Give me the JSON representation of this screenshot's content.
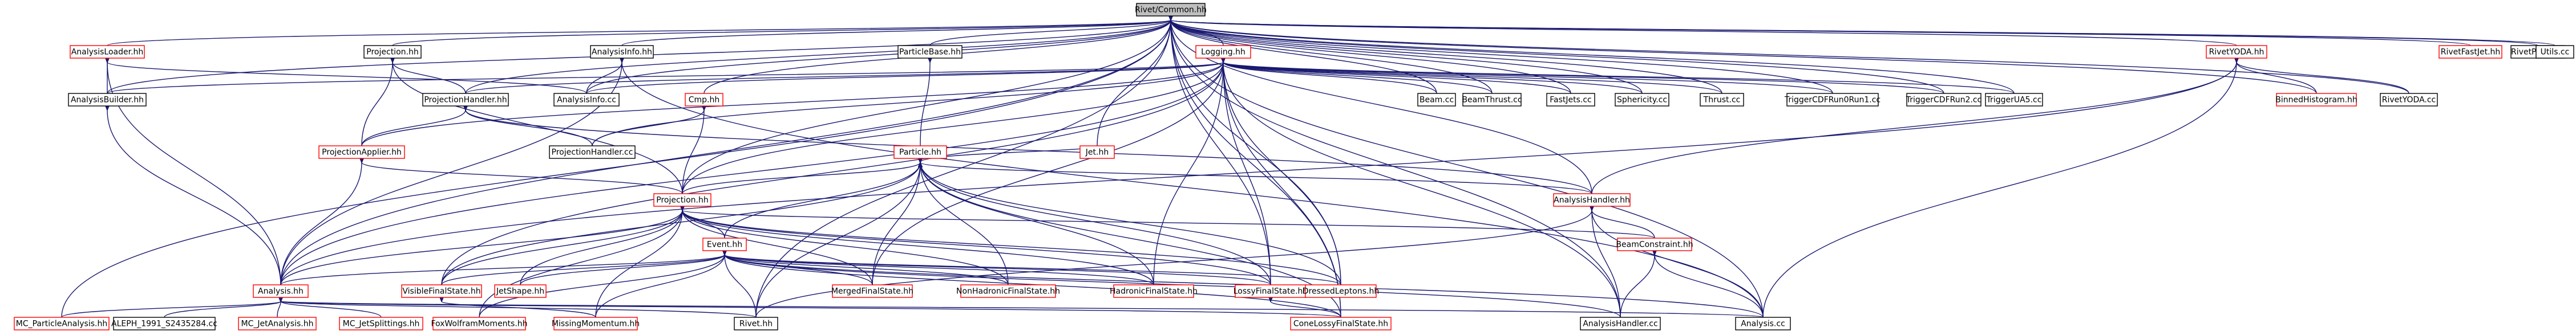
{
  "diagram": {
    "colors": {
      "edge": "#191970",
      "node_border_default": "#000000",
      "node_border_highlight": "#ff0000",
      "node_fill": "#ffffff",
      "root_fill": "#bfbfbf",
      "text": "#000000"
    },
    "nodes": [
      {
        "id": "rivetcommon",
        "label": "Rivet/Common.hh",
        "style": "root"
      },
      {
        "id": "analysisloader",
        "label": "AnalysisLoader.hh",
        "style": "red"
      },
      {
        "id": "projection",
        "label": "Projection.hh",
        "style": "black"
      },
      {
        "id": "analysisinfo",
        "label": "AnalysisInfo.hh",
        "style": "black"
      },
      {
        "id": "particlebase",
        "label": "ParticleBase.hh",
        "style": "black"
      },
      {
        "id": "logging",
        "label": "Logging.hh",
        "style": "red"
      },
      {
        "id": "rivetyoda",
        "label": "RivetYODA.hh",
        "style": "red"
      },
      {
        "id": "rivetfastjet",
        "label": "RivetFastJet.hh",
        "style": "red"
      },
      {
        "id": "rivetpaths",
        "label": "RivetPaths.cc",
        "style": "black"
      },
      {
        "id": "utils",
        "label": "Utils.cc",
        "style": "black"
      },
      {
        "id": "analysisbuilder",
        "label": "AnalysisBuilder.hh",
        "style": "black"
      },
      {
        "id": "projectionhandler",
        "label": "ProjectionHandler.hh",
        "style": "black"
      },
      {
        "id": "analysisinfocc",
        "label": "AnalysisInfo.cc",
        "style": "black"
      },
      {
        "id": "cmp",
        "label": "Cmp.hh",
        "style": "red"
      },
      {
        "id": "beam",
        "label": "Beam.cc",
        "style": "black"
      },
      {
        "id": "beamthrust",
        "label": "BeamThrust.cc",
        "style": "black"
      },
      {
        "id": "fastjets",
        "label": "FastJets.cc",
        "style": "black"
      },
      {
        "id": "sphericity",
        "label": "Sphericity.cc",
        "style": "black"
      },
      {
        "id": "thrust",
        "label": "Thrust.cc",
        "style": "black"
      },
      {
        "id": "triggercdfrun0run1",
        "label": "TriggerCDFRun0Run1.cc",
        "style": "black"
      },
      {
        "id": "triggercdfrun2",
        "label": "TriggerCDFRun2.cc",
        "style": "black"
      },
      {
        "id": "triggerua5",
        "label": "TriggerUA5.cc",
        "style": "black"
      },
      {
        "id": "binnedhistogram",
        "label": "BinnedHistogram.hh",
        "style": "red"
      },
      {
        "id": "rivetyodacc",
        "label": "RivetYODA.cc",
        "style": "black"
      },
      {
        "id": "projectionapplier",
        "label": "ProjectionApplier.hh",
        "style": "red"
      },
      {
        "id": "projectionhandlercc",
        "label": "ProjectionHandler.cc",
        "style": "black"
      },
      {
        "id": "particle",
        "label": "Particle.hh",
        "style": "red"
      },
      {
        "id": "jet",
        "label": "Jet.hh",
        "style": "red"
      },
      {
        "id": "analysishandler",
        "label": "AnalysisHandler.hh",
        "style": "red"
      },
      {
        "id": "projectionhh",
        "label": "Projection.hh",
        "style": "red"
      },
      {
        "id": "beamconstraint",
        "label": "BeamConstraint.hh",
        "style": "red"
      },
      {
        "id": "event",
        "label": "Event.hh",
        "style": "red"
      },
      {
        "id": "analysis",
        "label": "Analysis.hh",
        "style": "red"
      },
      {
        "id": "visiblefinalstate",
        "label": "VisibleFinalState.hh",
        "style": "red"
      },
      {
        "id": "jetshape",
        "label": "JetShape.hh",
        "style": "red"
      },
      {
        "id": "mergedfinalstate",
        "label": "MergedFinalState.hh",
        "style": "red"
      },
      {
        "id": "nonhadronicfinalstate",
        "label": "NonHadronicFinalState.hh",
        "style": "red"
      },
      {
        "id": "hadronicfinalstate",
        "label": "HadronicFinalState.hh",
        "style": "red"
      },
      {
        "id": "lossyfinalstate",
        "label": "LossyFinalState.hh",
        "style": "red"
      },
      {
        "id": "dressedleptons",
        "label": "DressedLeptons.hh",
        "style": "red"
      },
      {
        "id": "mcparticleanalysis",
        "label": "MC_ParticleAnalysis.hh",
        "style": "red"
      },
      {
        "id": "aleph",
        "label": "ALEPH_1991_S2435284.cc",
        "style": "black"
      },
      {
        "id": "mcjetanalysis",
        "label": "MC_JetAnalysis.hh",
        "style": "red"
      },
      {
        "id": "mcjetsplittings",
        "label": "MC_JetSplittings.hh",
        "style": "red"
      },
      {
        "id": "foxwolfram",
        "label": "FoxWolframMoments.hh",
        "style": "red"
      },
      {
        "id": "missingmomentum",
        "label": "MissingMomentum.hh",
        "style": "red"
      },
      {
        "id": "rivet",
        "label": "Rivet.hh",
        "style": "black"
      },
      {
        "id": "coneslossy",
        "label": "ConeLossyFinalState.hh",
        "style": "red"
      },
      {
        "id": "analysishandlercc",
        "label": "AnalysisHandler.cc",
        "style": "black"
      },
      {
        "id": "analysiscc",
        "label": "Analysis.cc",
        "style": "black"
      }
    ],
    "edges": [
      [
        "rivetcommon",
        "analysisloader"
      ],
      [
        "rivetcommon",
        "projection"
      ],
      [
        "rivetcommon",
        "analysisinfo"
      ],
      [
        "rivetcommon",
        "particlebase"
      ],
      [
        "rivetcommon",
        "logging"
      ],
      [
        "rivetcommon",
        "rivetyoda"
      ],
      [
        "rivetcommon",
        "rivetfastjet"
      ],
      [
        "rivetcommon",
        "rivetpaths"
      ],
      [
        "rivetcommon",
        "utils"
      ],
      [
        "rivetcommon",
        "analysisbuilder"
      ],
      [
        "rivetcommon",
        "cmp"
      ],
      [
        "rivetcommon",
        "analysisinfocc"
      ],
      [
        "rivetcommon",
        "projectionhandler"
      ],
      [
        "rivetcommon",
        "jet"
      ],
      [
        "rivetcommon",
        "analysishandler"
      ],
      [
        "rivetcommon",
        "projectionhh"
      ],
      [
        "rivetcommon",
        "analysis"
      ],
      [
        "rivetcommon",
        "mcparticleanalysis"
      ],
      [
        "rivetcommon",
        "rivet"
      ],
      [
        "rivetcommon",
        "lossyfinalstate"
      ],
      [
        "rivetcommon",
        "dressedleptons"
      ],
      [
        "rivetcommon",
        "coneslossy"
      ],
      [
        "rivetcommon",
        "analysishandlercc"
      ],
      [
        "rivetcommon",
        "analysiscc"
      ],
      [
        "rivetcommon",
        "beam"
      ],
      [
        "rivetcommon",
        "beamthrust"
      ],
      [
        "rivetcommon",
        "fastjets"
      ],
      [
        "rivetcommon",
        "sphericity"
      ],
      [
        "rivetcommon",
        "thrust"
      ],
      [
        "rivetcommon",
        "triggercdfrun0run1"
      ],
      [
        "rivetcommon",
        "triggercdfrun2"
      ],
      [
        "rivetcommon",
        "triggerua5"
      ],
      [
        "rivetcommon",
        "binnedhistogram"
      ],
      [
        "rivetcommon",
        "rivetyodacc"
      ],
      [
        "analysisloader",
        "analysisbuilder"
      ],
      [
        "analysisloader",
        "analysis"
      ],
      [
        "analysisloader",
        "analysisinfocc"
      ],
      [
        "projection",
        "projectionhandler"
      ],
      [
        "projection",
        "projectionapplier"
      ],
      [
        "projection",
        "projectionhh"
      ],
      [
        "analysisinfo",
        "analysisinfocc"
      ],
      [
        "analysisinfo",
        "analysis"
      ],
      [
        "analysisinfo",
        "analysiscc"
      ],
      [
        "particlebase",
        "particle"
      ],
      [
        "logging",
        "analysisbuilder"
      ],
      [
        "logging",
        "projectionhandler"
      ],
      [
        "logging",
        "analysisinfocc"
      ],
      [
        "logging",
        "beam"
      ],
      [
        "logging",
        "beamthrust"
      ],
      [
        "logging",
        "fastjets"
      ],
      [
        "logging",
        "sphericity"
      ],
      [
        "logging",
        "thrust"
      ],
      [
        "logging",
        "triggercdfrun0run1"
      ],
      [
        "logging",
        "triggercdfrun2"
      ],
      [
        "logging",
        "triggerua5"
      ],
      [
        "logging",
        "projectionapplier"
      ],
      [
        "logging",
        "projectionhandlercc"
      ],
      [
        "logging",
        "projectionhh"
      ],
      [
        "logging",
        "analysis"
      ],
      [
        "logging",
        "mergedfinalstate"
      ],
      [
        "logging",
        "hadronicfinalstate"
      ],
      [
        "logging",
        "lossyfinalstate"
      ],
      [
        "logging",
        "dressedleptons"
      ],
      [
        "logging",
        "coneslossy"
      ],
      [
        "logging",
        "analysishandlercc"
      ],
      [
        "logging",
        "visiblefinalstate"
      ],
      [
        "rivetyoda",
        "binnedhistogram"
      ],
      [
        "rivetyoda",
        "rivetyodacc"
      ],
      [
        "rivetyoda",
        "analysishandler"
      ],
      [
        "rivetyoda",
        "analysiscc"
      ],
      [
        "rivetyoda",
        "analysis"
      ],
      [
        "analysisbuilder",
        "analysis"
      ],
      [
        "projectionhandler",
        "projectionapplier"
      ],
      [
        "projectionhandler",
        "projectionhandlercc"
      ],
      [
        "projectionhandler",
        "analysishandler"
      ],
      [
        "cmp",
        "projectionhh"
      ],
      [
        "cmp",
        "projectionhandlercc"
      ],
      [
        "projectionapplier",
        "projectionhh"
      ],
      [
        "projectionapplier",
        "analysis"
      ],
      [
        "particle",
        "jet"
      ],
      [
        "particle",
        "projectionhh"
      ],
      [
        "particle",
        "event"
      ],
      [
        "particle",
        "analysishandler"
      ],
      [
        "particle",
        "mergedfinalstate"
      ],
      [
        "particle",
        "nonhadronicfinalstate"
      ],
      [
        "particle",
        "hadronicfinalstate"
      ],
      [
        "particle",
        "lossyfinalstate"
      ],
      [
        "particle",
        "dressedleptons"
      ],
      [
        "particle",
        "visiblefinalstate"
      ],
      [
        "particle",
        "rivet"
      ],
      [
        "particle",
        "coneslossy"
      ],
      [
        "analysishandler",
        "beamconstraint"
      ],
      [
        "analysishandler",
        "analysishandlercc"
      ],
      [
        "analysishandler",
        "analysiscc"
      ],
      [
        "analysishandler",
        "rivet"
      ],
      [
        "projectionhh",
        "event"
      ],
      [
        "projectionhh",
        "analysis"
      ],
      [
        "projectionhh",
        "visiblefinalstate"
      ],
      [
        "projectionhh",
        "jetshape"
      ],
      [
        "projectionhh",
        "mergedfinalstate"
      ],
      [
        "projectionhh",
        "nonhadronicfinalstate"
      ],
      [
        "projectionhh",
        "hadronicfinalstate"
      ],
      [
        "projectionhh",
        "lossyfinalstate"
      ],
      [
        "projectionhh",
        "dressedleptons"
      ],
      [
        "projectionhh",
        "foxwolfram"
      ],
      [
        "projectionhh",
        "missingmomentum"
      ],
      [
        "projectionhh",
        "beamconstraint"
      ],
      [
        "beamconstraint",
        "analysishandlercc"
      ],
      [
        "beamconstraint",
        "analysiscc"
      ],
      [
        "event",
        "analysis"
      ],
      [
        "event",
        "visiblefinalstate"
      ],
      [
        "event",
        "jetshape"
      ],
      [
        "event",
        "mergedfinalstate"
      ],
      [
        "event",
        "nonhadronicfinalstate"
      ],
      [
        "event",
        "hadronicfinalstate"
      ],
      [
        "event",
        "lossyfinalstate"
      ],
      [
        "event",
        "dressedleptons"
      ],
      [
        "event",
        "foxwolfram"
      ],
      [
        "event",
        "missingmomentum"
      ],
      [
        "event",
        "rivet"
      ],
      [
        "event",
        "coneslossy"
      ],
      [
        "event",
        "analysishandlercc"
      ],
      [
        "event",
        "analysiscc"
      ],
      [
        "analysis",
        "mcparticleanalysis"
      ],
      [
        "analysis",
        "aleph"
      ],
      [
        "analysis",
        "mcjetanalysis"
      ],
      [
        "analysis",
        "mcjetsplittings"
      ],
      [
        "analysis",
        "rivet"
      ],
      [
        "analysis",
        "analysiscc"
      ],
      [
        "analysis",
        "coneslossy"
      ],
      [
        "lossyfinalstate",
        "coneslossy"
      ],
      [
        "visiblefinalstate",
        "missingmomentum"
      ]
    ]
  }
}
